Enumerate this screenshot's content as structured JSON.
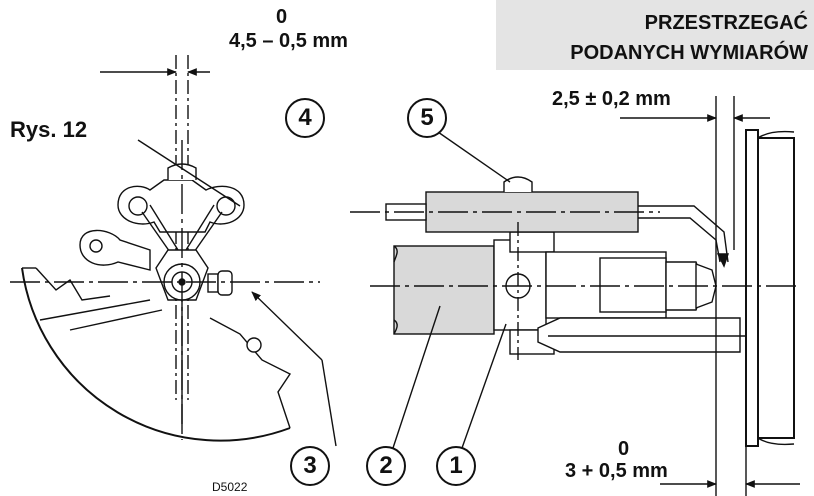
{
  "figure_label": "Rys. 12",
  "drawing_code": "D5022",
  "warning": [
    "PRZESTRZEGAĆ",
    "PODANYCH WYMIARÓW"
  ],
  "dimensions": {
    "top": {
      "tolerance": "0",
      "value": "4,5 – 0,5 mm"
    },
    "right_top": {
      "value": "2,5 ± 0,2 mm"
    },
    "bottom": {
      "tolerance": "0",
      "value": "3 + 0,5 mm"
    }
  },
  "callouts": [
    "1",
    "2",
    "3",
    "4",
    "5"
  ],
  "colors": {
    "ink": "#111111",
    "fill": "#d9d9d9",
    "box": "#e4e4e4"
  }
}
